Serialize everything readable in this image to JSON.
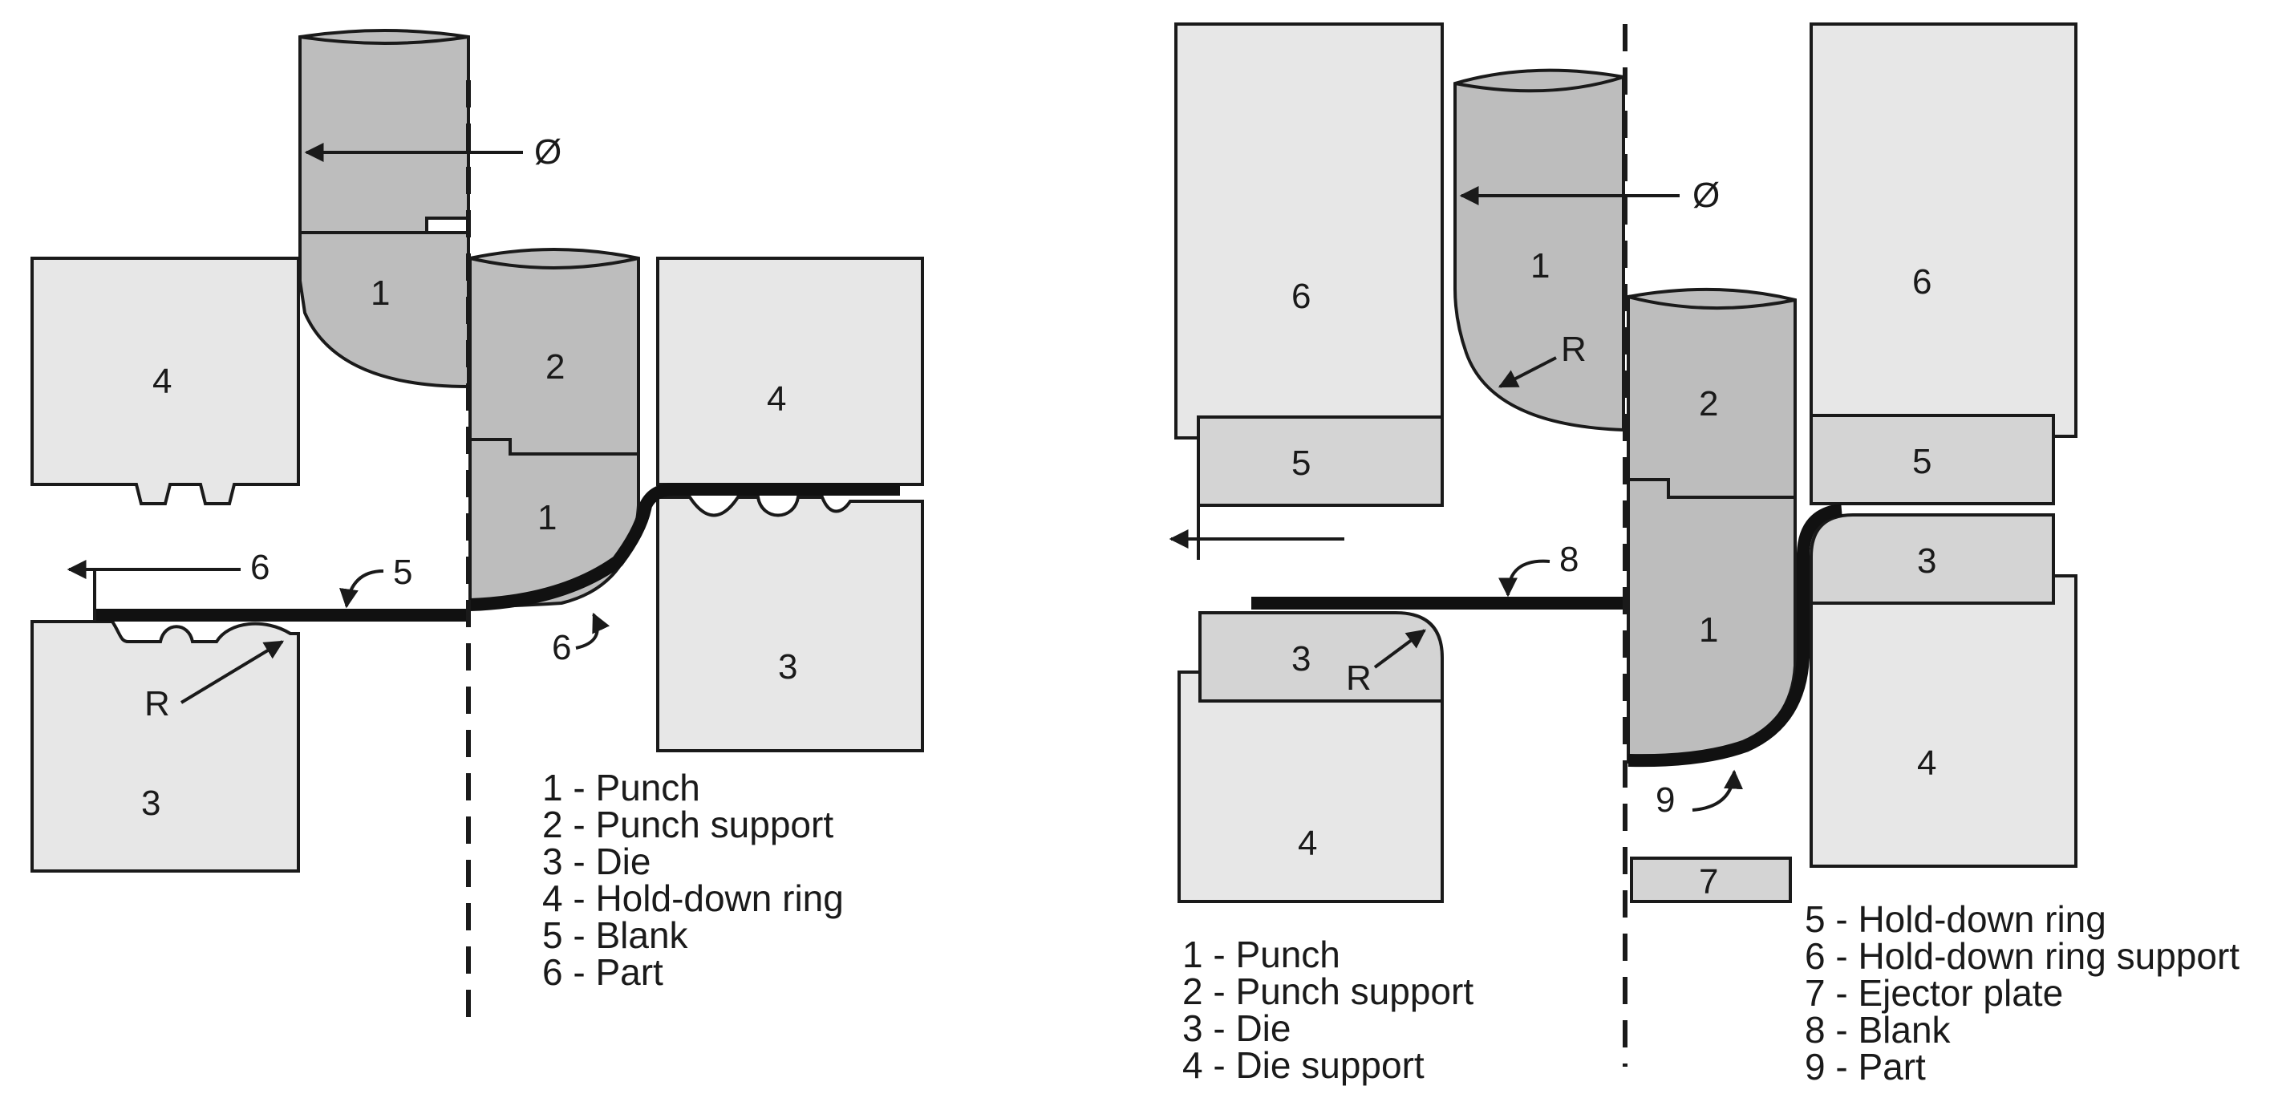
{
  "left": {
    "labels": {
      "punch": "1",
      "punch_lower": "1",
      "punch_support": "2",
      "holddown_left": "4",
      "holddown_right": "4",
      "die_left": "3",
      "die_right": "3",
      "blank": "5",
      "part_dim": "6",
      "part": "6",
      "radius": "R",
      "diameter": "Ø"
    },
    "legend": [
      "1 - Punch",
      "2 - Punch support",
      "3 - Die",
      "4 - Hold-down ring",
      "5 - Blank",
      "6 - Part"
    ]
  },
  "right": {
    "labels": {
      "punch_upper": "1",
      "punch_lower": "1",
      "punch_support": "2",
      "holddown_support_left": "6",
      "holddown_support_right": "6",
      "holddown_left": "5",
      "holddown_right": "5",
      "die_left": "3",
      "die_right": "3",
      "die_support_left": "4",
      "die_support_right": "4",
      "ejector": "7",
      "blank": "8",
      "part": "9",
      "radius_punch": "R",
      "radius_die": "R",
      "diameter": "Ø"
    },
    "legend_left": [
      "1 - Punch",
      "2 - Punch support",
      "3 - Die",
      "4 - Die support"
    ],
    "legend_right": [
      "5 - Hold-down ring",
      "6 - Hold-down ring support",
      "7 - Ejector plate",
      "8 - Blank",
      "9 - Part"
    ]
  }
}
